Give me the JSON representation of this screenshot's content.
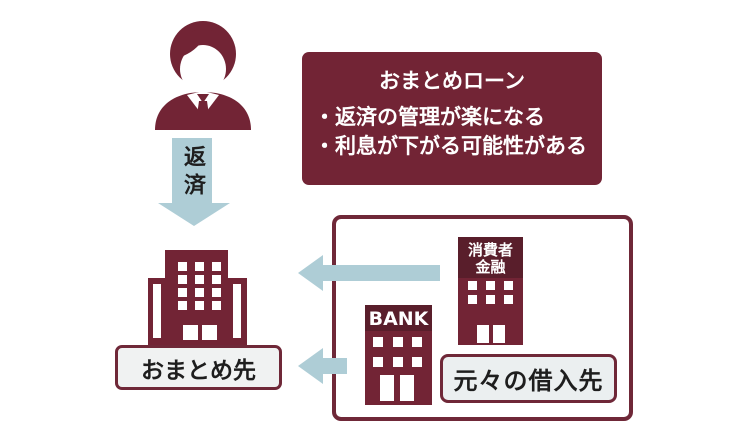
{
  "colors": {
    "maroon": "#722435",
    "maroon_dark": "#591E2B",
    "border_maroon": "#6F2838",
    "arrow_blue": "#AECDD6",
    "label_bg": "#F0F2F2",
    "text": "#1E1E1E",
    "background": "#FFFFFF"
  },
  "person": {
    "icon": "businessman-icon"
  },
  "repay_arrow": {
    "label": "返済",
    "icon": "down-arrow",
    "direction": "down"
  },
  "info_box": {
    "title": "おまとめローン",
    "bullets": [
      "・返済の管理が楽になる",
      "・利息が下がる可能性がある"
    ]
  },
  "consolidation": {
    "label": "おまとめ先",
    "icon": "office-building-icon"
  },
  "original_lenders": {
    "label": "元々の借入先",
    "buildings": [
      {
        "name": "消費者金融",
        "sign_lines": [
          "消費者",
          "金融"
        ],
        "icon": "consumer-finance-building-icon"
      },
      {
        "name": "BANK",
        "sign_lines": [
          "BANK"
        ],
        "icon": "bank-building-icon"
      }
    ],
    "flow_arrows": [
      {
        "icon": "left-arrow"
      },
      {
        "icon": "left-arrow"
      }
    ]
  }
}
